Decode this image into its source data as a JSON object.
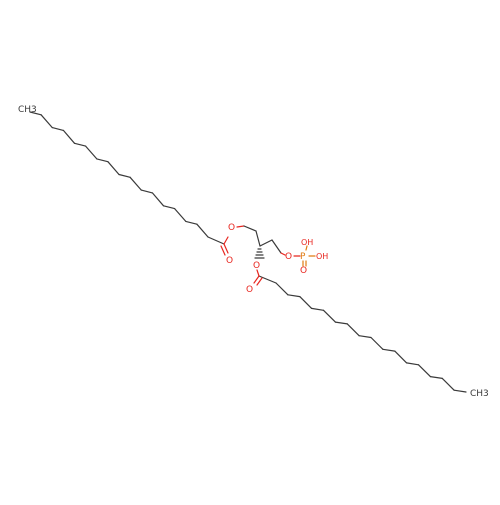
{
  "molecule": {
    "colors": {
      "carbon_bond": "#3a3a3a",
      "oxygen": "#e8261f",
      "phosphorus": "#e07b12",
      "background": "#ffffff"
    },
    "atom_labels": {
      "top_methyl": "CH3",
      "bottom_methyl": "CH3",
      "ester1_ether_o": "O",
      "ester1_carbonyl_o": "O",
      "ester2_ether_o": "O",
      "ester2_carbonyl_o": "O",
      "phosphate_bridge_o": "O",
      "phosphorus": "P",
      "phosphate_oh1": "OH",
      "phosphate_oh2": "OH",
      "phosphate_double_o": "O"
    },
    "chain_lengths": {
      "upper_acyl_chain_carbons": 18,
      "lower_acyl_chain_carbons": 18
    },
    "stereocenter": "wedge-dash"
  }
}
